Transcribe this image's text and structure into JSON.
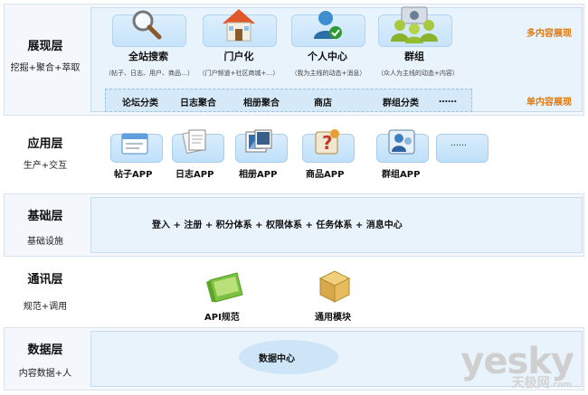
{
  "layers": {
    "presentation": {
      "title": "展现层",
      "subtitle": "挖掘+聚合+萃取"
    },
    "application": {
      "title": "应用层",
      "subtitle": "生产+交互"
    },
    "foundation": {
      "title": "基础层",
      "subtitle": "基础设施"
    },
    "communication": {
      "title": "通讯层",
      "subtitle": "规范+调用"
    },
    "data": {
      "title": "数据层",
      "subtitle": "内容数据+人"
    }
  },
  "presentation": {
    "cards": [
      {
        "title": "全站搜索",
        "desc": "（帖子、日志、用户、商品…）",
        "icon": "magnifier-icon"
      },
      {
        "title": "门户化",
        "desc": "（门户频道+社区商城+…）",
        "icon": "house-icon"
      },
      {
        "title": "个人中心",
        "desc": "（我为主线的动态+消息）",
        "icon": "user-check-icon"
      },
      {
        "title": "群组",
        "desc": "（众人为主线的动态+内容）",
        "icon": "group-icon"
      }
    ],
    "multi_label": "多内容展现",
    "single_label": "单内容展现",
    "band": [
      "论坛分类",
      "日志聚合",
      "相册聚合",
      "商店",
      "群组分类",
      "……"
    ]
  },
  "application": {
    "apps": [
      {
        "label": "帖子APP",
        "icon": "browser-window-icon"
      },
      {
        "label": "日志APP",
        "icon": "documents-icon"
      },
      {
        "label": "相册APP",
        "icon": "photo-album-icon"
      },
      {
        "label": "商品APP",
        "icon": "shopping-help-icon"
      },
      {
        "label": "群组APP",
        "icon": "people-app-icon"
      },
      {
        "label": "",
        "placeholder": "……",
        "icon": ""
      }
    ]
  },
  "foundation": {
    "text": "登入 + 注册 + 积分体系 + 权限体系 + 任务体系 + 消息中心"
  },
  "communication": {
    "items": [
      {
        "label": "API规范",
        "icon": "green-folder-icon"
      },
      {
        "label": "通用模块",
        "icon": "box-icon"
      }
    ]
  },
  "data_layer": {
    "center": "数据中心"
  },
  "watermark": {
    "main": "yesky",
    "sub": "天极网",
    "suffix": ".com"
  },
  "colors": {
    "accent_orange": "#e07a10",
    "panel_bg": "#e9f3fc",
    "card_blue": "#c6e3fa"
  }
}
